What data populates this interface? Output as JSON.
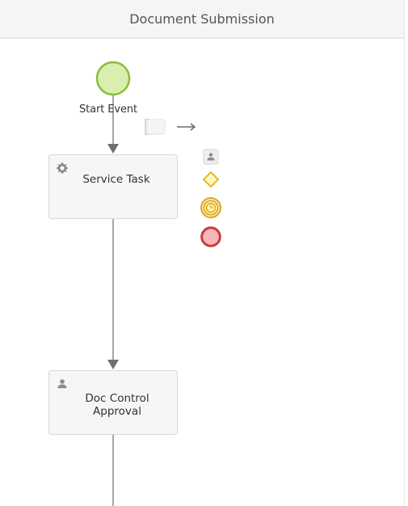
{
  "header": {
    "title": "Document Submission"
  },
  "diagram": {
    "start_event": {
      "label": "Start Event"
    },
    "tasks": [
      {
        "label": "Service Task",
        "type": "service",
        "icon": "gear-icon"
      },
      {
        "label": "Doc Control Approval",
        "type": "user",
        "icon": "user-icon"
      }
    ]
  },
  "palette": {
    "items": [
      {
        "label": "User Task",
        "icon": "user-icon"
      },
      {
        "label": "Gateway",
        "icon": "diamond-icon"
      },
      {
        "label": "Timer Event",
        "icon": "timer-icon"
      },
      {
        "label": "End Event",
        "icon": "end-event-icon"
      }
    ]
  },
  "tools": {
    "annotation": "annotation-icon",
    "connector": "arrow-right-icon"
  },
  "colors": {
    "start_fill": "#d8efb0",
    "start_stroke": "#8cbc3f",
    "task_fill": "#f6f6f6",
    "task_border": "#d9d9d9",
    "connector": "#888888",
    "gateway_fill": "#fff7c2",
    "gateway_stroke": "#e0b318",
    "timer_fill": "#fff1a8",
    "timer_stroke": "#d9a62e",
    "end_fill": "#f8b6b6",
    "end_stroke": "#c83d3d"
  }
}
